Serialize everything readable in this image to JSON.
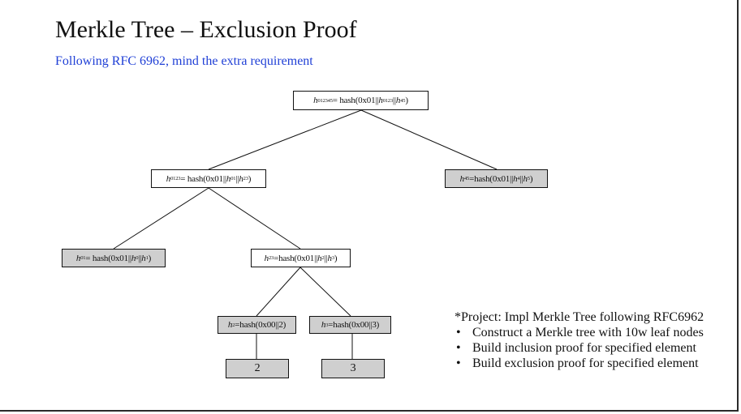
{
  "slide": {
    "title": "Merkle Tree – Exclusion Proof",
    "subtitle": "Following RFC 6962, mind the extra requirement"
  },
  "tree": {
    "root": {
      "sym": "h",
      "sub": "012345",
      "eq": "= hash(0x01||",
      "a": "h",
      "a_sub": "0123",
      "mid": "||",
      "b": "h",
      "b_sub": "45",
      "end": ")"
    },
    "n0123": {
      "sym": "h",
      "sub": "0123",
      "eq": "= hash(0x01||",
      "a": "h",
      "a_sub": "01",
      "mid": "||",
      "b": "h",
      "b_sub": "23",
      "end": ")"
    },
    "n45": {
      "sym": "h",
      "sub": "45",
      "eq": "=hash(0x01||",
      "a": "h",
      "a_sub": "4",
      "mid": "||",
      "b": "h",
      "b_sub": "5",
      "end": ")"
    },
    "n01": {
      "sym": "h",
      "sub": "01",
      "eq": "= hash(0x01||",
      "a": "h",
      "a_sub": "0",
      "mid": "||",
      "b": "h",
      "b_sub": "1",
      "end": ")"
    },
    "n23": {
      "sym": "h",
      "sub": "23",
      "eq": "=hash(0x01||",
      "a": "h",
      "a_sub": "2",
      "mid": "||",
      "b": "h",
      "b_sub": "3",
      "end": ")"
    },
    "n2": {
      "sym": "h",
      "sub": "2",
      "eq": "=hash(0x00||2)"
    },
    "n3": {
      "sym": "h",
      "sub": "3",
      "eq": "=hash(0x00||3)"
    },
    "leaf2": "2",
    "leaf3": "3"
  },
  "project": {
    "heading": "*Project: Impl Merkle Tree following RFC6962",
    "bullet_symbol": "•",
    "items": [
      "Construct a Merkle tree with 10w leaf nodes",
      "Build inclusion proof for specified element",
      "Build exclusion proof for specified element"
    ]
  },
  "colors": {
    "subtitle": "#1f3fd6",
    "shaded_node": "#cfcfcf",
    "border": "#111111"
  }
}
